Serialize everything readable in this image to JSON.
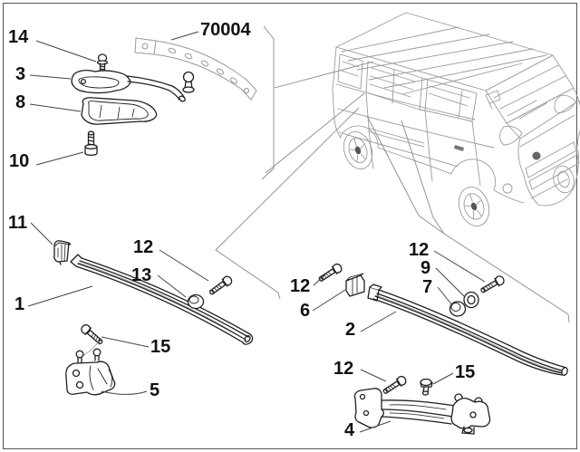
{
  "diagram": {
    "table_number": "70004",
    "callouts": [
      {
        "ref": "14",
        "part": "stud-bolt"
      },
      {
        "ref": "3",
        "part": "upper-guide-arm"
      },
      {
        "ref": "8",
        "part": "cover-plate"
      },
      {
        "ref": "10",
        "part": "bolt"
      },
      {
        "ref": "11",
        "part": "retainer-clip"
      },
      {
        "ref": "1",
        "part": "sliding-door-centre-rail"
      },
      {
        "ref": "12",
        "part": "bolt"
      },
      {
        "ref": "13",
        "part": "plug"
      },
      {
        "ref": "15",
        "part": "screw"
      },
      {
        "ref": "5",
        "part": "hinge-bracket"
      },
      {
        "ref": "12",
        "part": "bolt"
      },
      {
        "ref": "6",
        "part": "retainer-clip"
      },
      {
        "ref": "2",
        "part": "sliding-door-lower-rail"
      },
      {
        "ref": "12",
        "part": "bolt"
      },
      {
        "ref": "9",
        "part": "washer"
      },
      {
        "ref": "7",
        "part": "plug"
      },
      {
        "ref": "12",
        "part": "bolt"
      },
      {
        "ref": "15",
        "part": "screw"
      },
      {
        "ref": "4",
        "part": "support-bracket"
      }
    ],
    "graphics": {
      "vehicle_illustration": "small-van-three-quarter-front-left-line-art",
      "colors": {
        "background": "#ffffff",
        "part_line": "#1f1f1f",
        "vehicle_line": "#9b9b9b",
        "leader_line": "#8a8a8a",
        "label_text": "#111111",
        "border": "#555555"
      }
    }
  }
}
